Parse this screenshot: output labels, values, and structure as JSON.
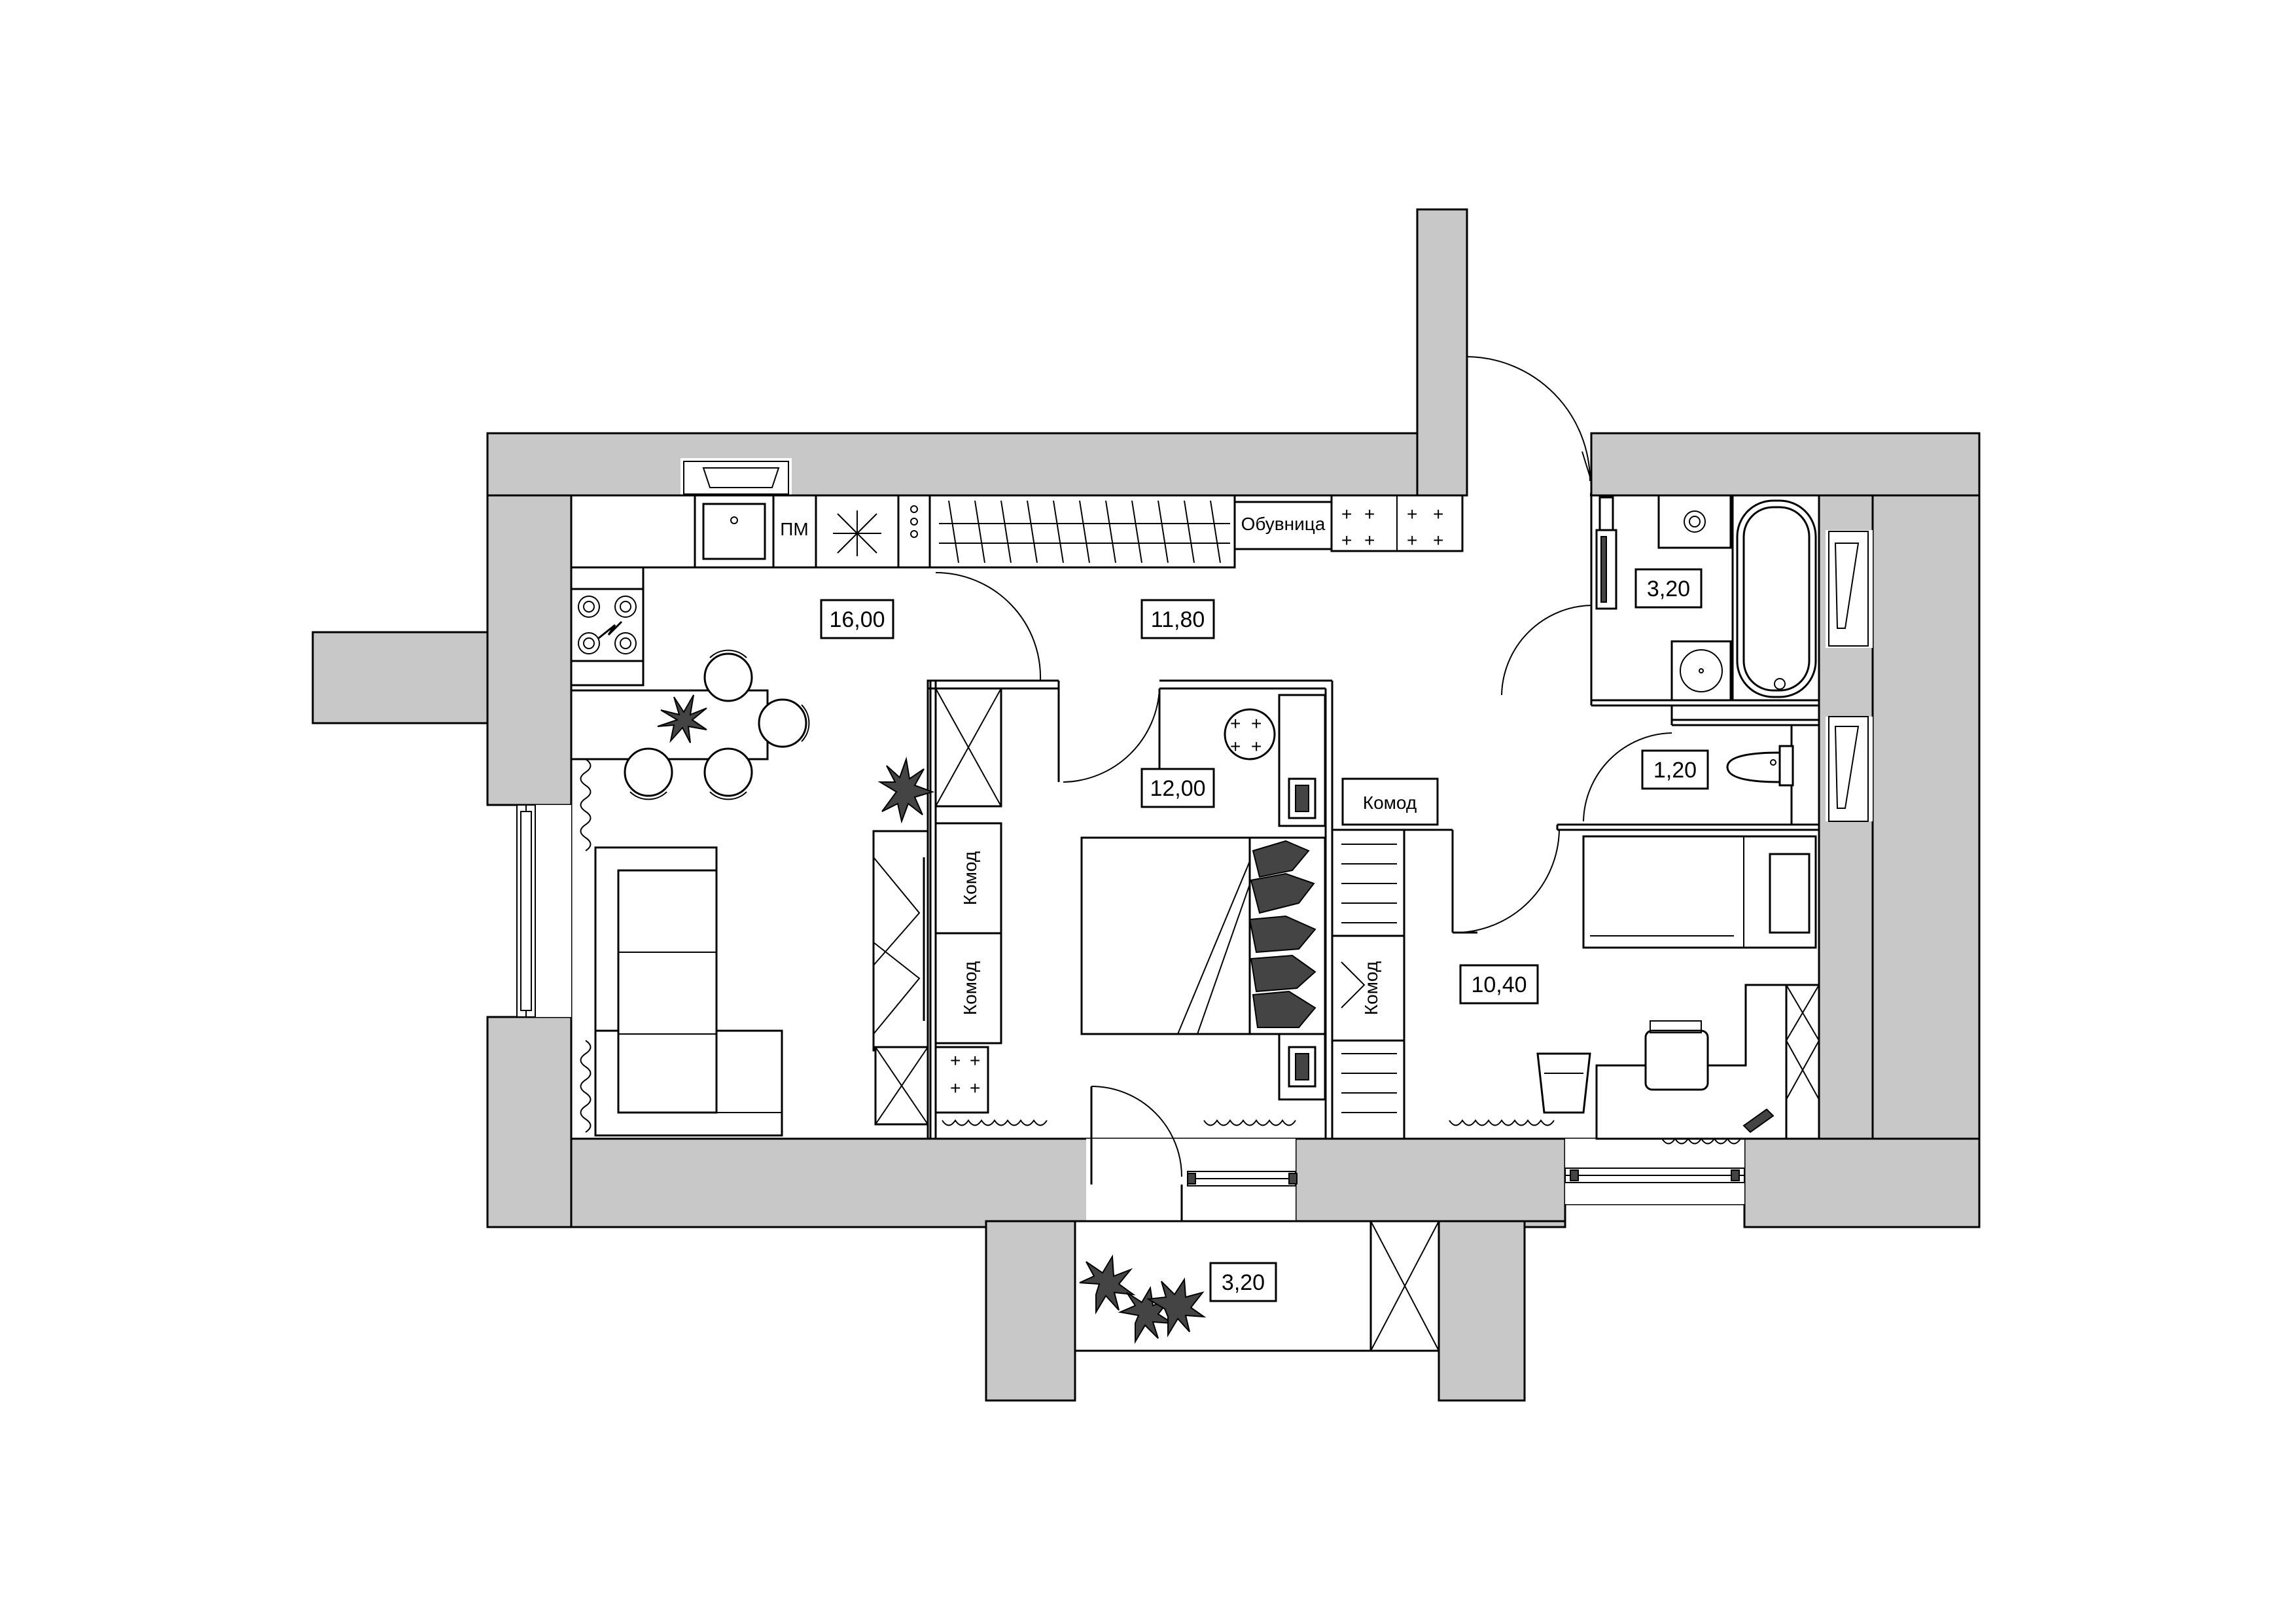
{
  "rooms": [
    {
      "id": "living-kitchen",
      "area": "16,00"
    },
    {
      "id": "hallway",
      "area": "11,80"
    },
    {
      "id": "bedroom",
      "area": "12,00"
    },
    {
      "id": "bathroom",
      "area": "3,20"
    },
    {
      "id": "toilet",
      "area": "1,20"
    },
    {
      "id": "kids-room",
      "area": "10,40"
    },
    {
      "id": "balcony",
      "area": "3,20"
    }
  ],
  "furniture": {
    "washing_machine_label": "ПМ",
    "shoe_cabinet_label": "Обувница",
    "dresser_label": "Комод"
  },
  "colors": {
    "wall_fill": "#c8c8c8",
    "line": "#000000",
    "floor": "#ffffff"
  }
}
